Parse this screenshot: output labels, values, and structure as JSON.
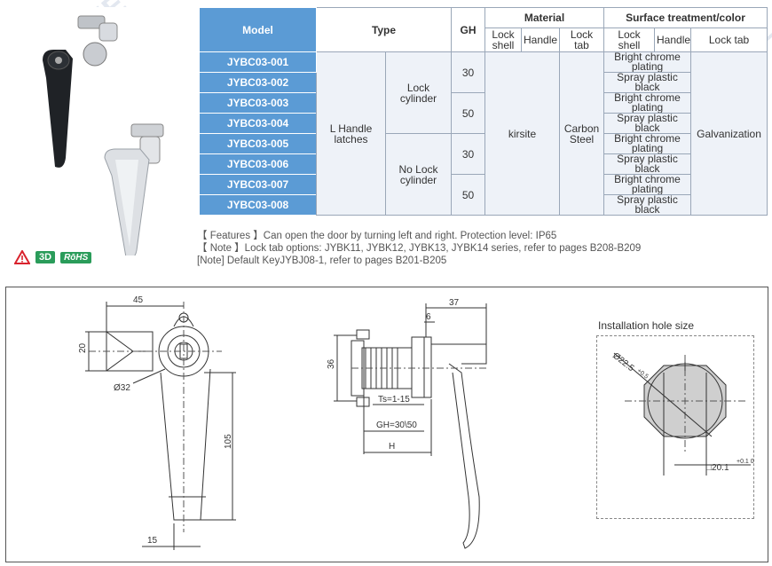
{
  "table": {
    "headers": {
      "model": "Model",
      "type": "Type",
      "gh": "GH",
      "material": "Material",
      "surface": "Surface treatment/color",
      "lock_shell": "Lock shell",
      "handle": "Handle",
      "lock_tab": "Lock tab",
      "lock_shell_2": "Lock shell",
      "handle_2": "Handle",
      "lock_tab_2": "Lock tab"
    },
    "models": [
      "JYBC03-001",
      "JYBC03-002",
      "JYBC03-003",
      "JYBC03-004",
      "JYBC03-005",
      "JYBC03-006",
      "JYBC03-007",
      "JYBC03-008"
    ],
    "type_main": "L Handle latches",
    "type_lock": "Lock cylinder",
    "type_nolock": "No Lock cylinder",
    "gh_values": [
      "30",
      "50",
      "30",
      "50"
    ],
    "material_shell": "kirsite",
    "material_tab": "Carbon Steel",
    "finishes": [
      "Bright chrome plating",
      "Spray plastic black",
      "Bright chrome plating",
      "Spray plastic black",
      "Bright chrome plating",
      "Spray plastic black",
      "Bright chrome plating",
      "Spray plastic black"
    ],
    "lock_tab_finish": "Galvanization"
  },
  "notes": {
    "features": "【 Features 】Can open the door by turning left and right. Protection level: IP65",
    "note1": "【 Note 】Lock tab options: JYBK11, JYBK12, JYBK13, JYBK14 series, refer to pages B208-B209",
    "note2": "[Note] Default KeyJYBJ08-1, refer to pages B201-B205"
  },
  "badges": {
    "three_d": "3D",
    "rohs": "RōHS"
  },
  "drawing": {
    "dim_45": "45",
    "dim_20": "20",
    "dim_32": "Ø32",
    "dim_105": "105",
    "dim_15": "15",
    "dim_37": "37",
    "dim_6": "6",
    "dim_36": "36",
    "dim_ts": "Ts=1-15",
    "dim_gh": "GH=30\\50",
    "dim_h": "H",
    "hole_title": "Installation hole size",
    "hole_dia": "Ø22.5",
    "hole_dia_tol": "+0.5",
    "hole_sq": "□20.1",
    "hole_sq_tol": "+0.1 0"
  },
  "watermark": "INFINITE"
}
